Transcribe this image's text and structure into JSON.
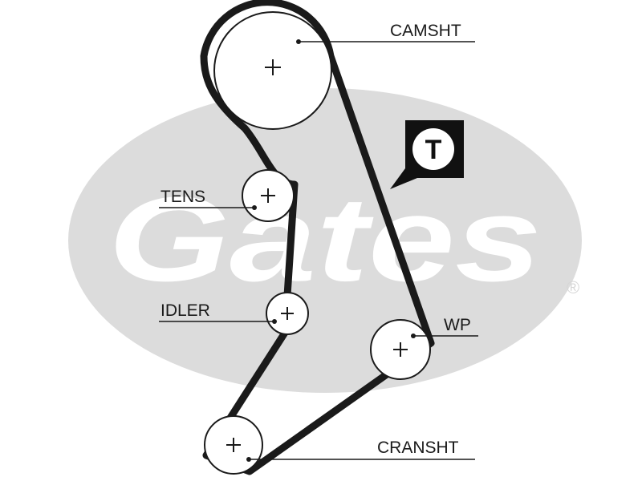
{
  "watermark": {
    "brand": "Gates",
    "registered_mark": "®",
    "color": "#dcdcdc"
  },
  "badge": {
    "letter": "T"
  },
  "labels": {
    "camshaft": "CAMSHT",
    "tensioner": "TENS",
    "idler": "IDLER",
    "water_pump": "WP",
    "crankshaft": "CRANSHT"
  },
  "colors": {
    "belt": "#1a1a1a",
    "badge_fill": "#111111"
  }
}
